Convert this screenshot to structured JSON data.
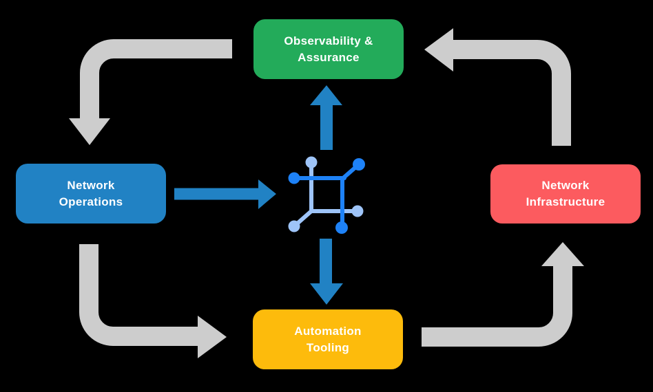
{
  "diagram": {
    "background": "#000000",
    "nodes": {
      "observability": {
        "line1": "Observability &",
        "line2": "Assurance",
        "color": "#23AB5A"
      },
      "operations": {
        "line1": "Network",
        "line2": "Operations",
        "color": "#2182C4"
      },
      "infrastructure": {
        "line1": "Network",
        "line2": "Infrastructure",
        "color": "#FC5B5F"
      },
      "automation": {
        "line1": "Automation",
        "line2": "Tooling",
        "color": "#FDBB0C"
      }
    },
    "center_icon": {
      "name": "network-automation-icon"
    },
    "colors": {
      "arrow_gray": "#CDCDCD",
      "arrow_blue": "#2182C4",
      "icon_dark_blue": "#1E82F7",
      "icon_light_blue": "#9EC4F8",
      "label_text": "#FFFFFF"
    },
    "edges": {
      "gray_cycle": [
        "observability -> operations",
        "operations -> automation",
        "automation -> infrastructure",
        "infrastructure -> observability"
      ],
      "blue_links": [
        "operations -> center-icon",
        "center-icon -> observability",
        "center-icon -> automation"
      ]
    }
  }
}
